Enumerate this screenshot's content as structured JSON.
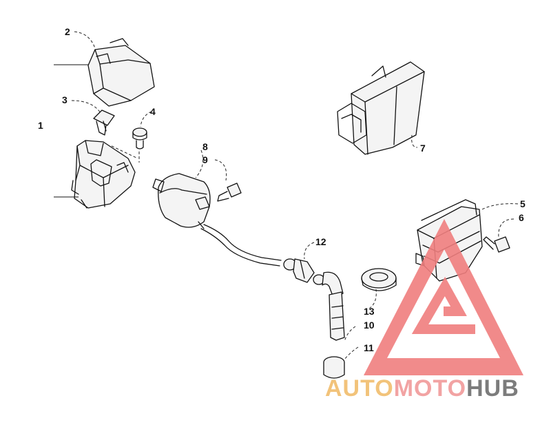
{
  "callouts": {
    "c1": "1",
    "c2": "2",
    "c3": "3",
    "c4": "4",
    "c5": "5",
    "c6": "6",
    "c7": "7",
    "c8": "8",
    "c9": "9",
    "c10": "10",
    "c11": "11",
    "c12": "12",
    "c13": "13"
  },
  "watermark": {
    "part1": "AUTO",
    "part2": "MOTO",
    "part3": "HUB",
    "colors": {
      "auto": "#f2c37a",
      "moto": "#f2a3a3",
      "hub": "#7c7c7c",
      "triangle": "#f07e7e"
    }
  }
}
